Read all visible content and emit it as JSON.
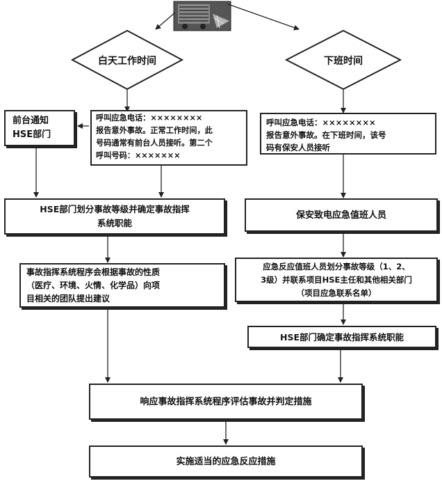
{
  "nodes": {
    "day_time": "白天工作时间",
    "off_time": "下班时间",
    "front_desk": "前台通知\nHSE部门",
    "call_day": "呼叫应急电话：××××××××\n报告意外事故。正常工作时间，此\n号码通常有前台人员接听。第二个\n呼叫号码：×××××××",
    "call_off": "呼叫应急电话：××××××××\n报告意外事故。在下班时间，该号\n码有保安人员接听",
    "hse_classify": "HSE部门划分事故等级并确定事故指挥\n系统职能",
    "security_call": "保安致电应急值班人员",
    "ics_advise": "事故指挥系统程序会根据事故的性质\n（医疗、环境、火情、化学品）向项\n目相关的团队提出建议",
    "duty_classify": "应急反应值班人员划分事故等级（1、2、\n3级）并联系项目HSE主任和其他相关部门\n（项目应急联系名单）",
    "hse_confirm": "HSE部门确定事故指挥系统职能",
    "respond_eval": "响应事故指挥系统程序评估事故并判定措施",
    "implement": "实施适当的应急反应措施"
  },
  "icon": "accident-vehicle-icon"
}
